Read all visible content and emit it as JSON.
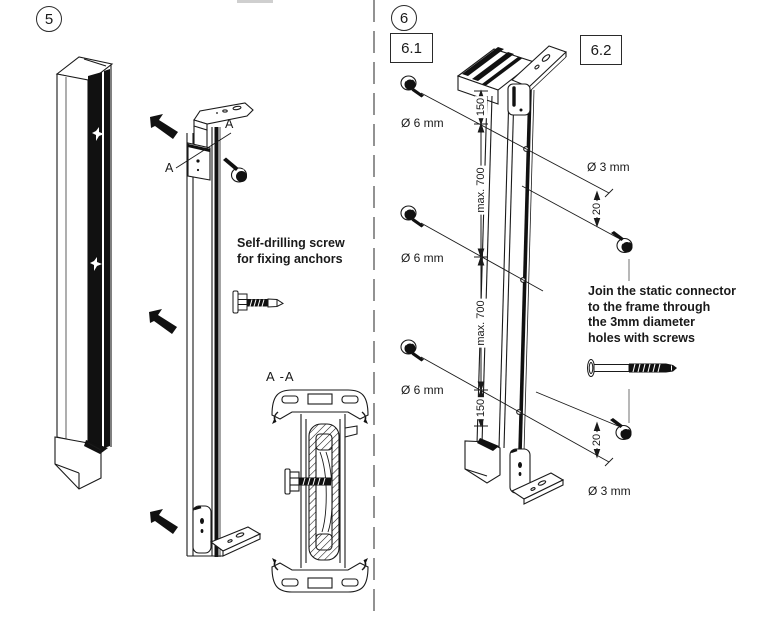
{
  "page": {
    "background": "#ffffff",
    "ink": "#1a1a1a",
    "divider_color": "#777777"
  },
  "step5": {
    "number": "5",
    "label_a_top": "A",
    "label_a_bottom": "A",
    "section_view_label": "A -A",
    "note": "Self-drilling screw\nfor fixing anchors"
  },
  "step6": {
    "number": "6",
    "substep_left": "6.1",
    "substep_right": "6.2",
    "note": "Join the static connector\nto the frame through\nthe 3mm diameter\nholes with screws",
    "dimensions": {
      "top_offset": "150",
      "max_spacing_upper": "max. 700",
      "max_spacing_lower": "max. 700",
      "bottom_offset": "150",
      "edge_offset_top": "20",
      "edge_offset_bottom": "20"
    },
    "hole_labels": {
      "dia6_top": "Ø 6 mm",
      "dia6_middle": "Ø 6 mm",
      "dia6_bottom": "Ø 6 mm",
      "dia3_top": "Ø 3 mm",
      "dia3_bottom": "Ø 3 mm"
    }
  }
}
